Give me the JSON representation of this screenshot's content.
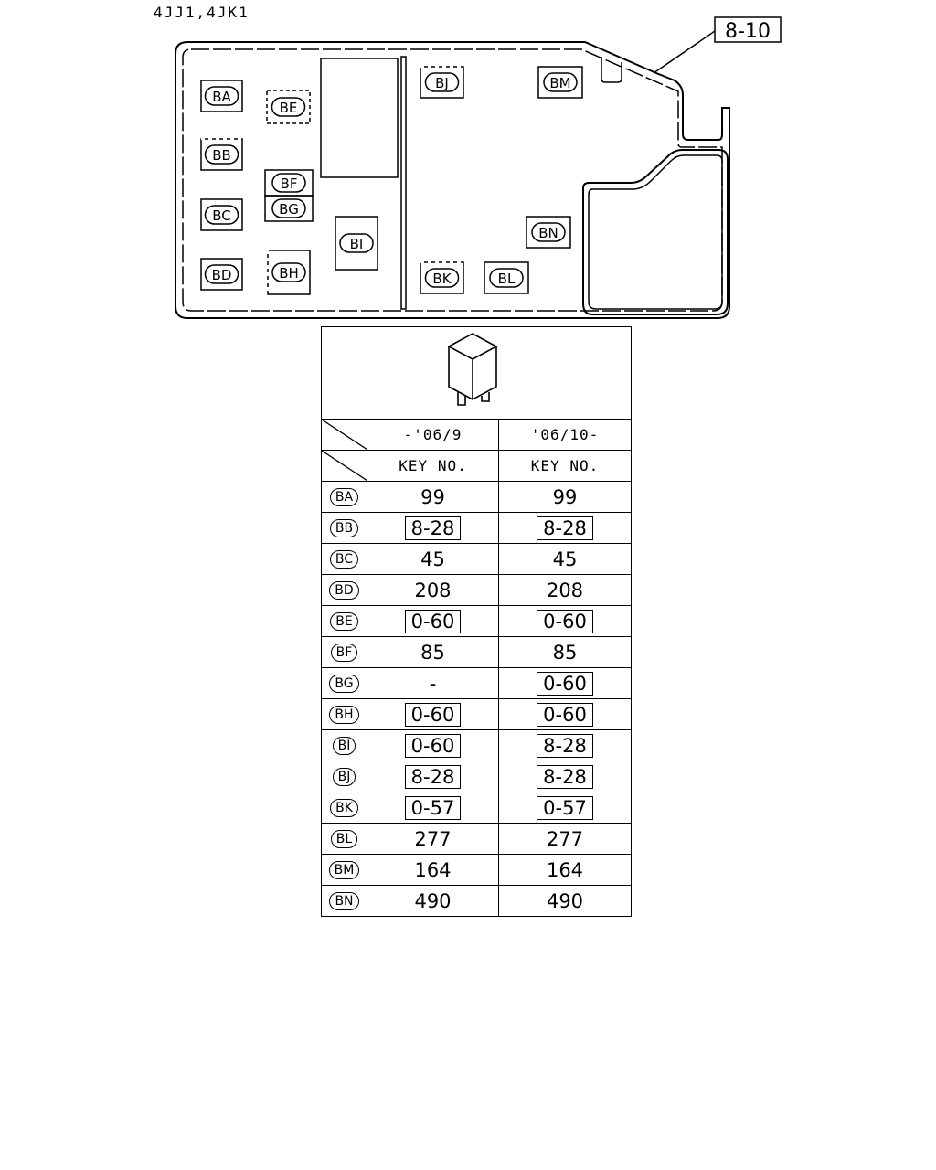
{
  "title": "4JJ1,4JK1",
  "ref_label": "8-10",
  "positions": [
    "BA",
    "BB",
    "BC",
    "BD",
    "BE",
    "BF",
    "BG",
    "BH",
    "BI",
    "BJ",
    "BK",
    "BL",
    "BM",
    "BN"
  ],
  "table": {
    "col1_header": "-'06/9",
    "col2_header": "'06/10-",
    "key_label": "KEY NO.",
    "rows": [
      {
        "code": "BA",
        "c1": "99",
        "c1_boxed": false,
        "c2": "99",
        "c2_boxed": false
      },
      {
        "code": "BB",
        "c1": "8-28",
        "c1_boxed": true,
        "c2": "8-28",
        "c2_boxed": true
      },
      {
        "code": "BC",
        "c1": "45",
        "c1_boxed": false,
        "c2": "45",
        "c2_boxed": false
      },
      {
        "code": "BD",
        "c1": "208",
        "c1_boxed": false,
        "c2": "208",
        "c2_boxed": false
      },
      {
        "code": "BE",
        "c1": "0-60",
        "c1_boxed": true,
        "c2": "0-60",
        "c2_boxed": true
      },
      {
        "code": "BF",
        "c1": "85",
        "c1_boxed": false,
        "c2": "85",
        "c2_boxed": false
      },
      {
        "code": "BG",
        "c1": "-",
        "c1_boxed": false,
        "c2": "0-60",
        "c2_boxed": true
      },
      {
        "code": "BH",
        "c1": "0-60",
        "c1_boxed": true,
        "c2": "0-60",
        "c2_boxed": true
      },
      {
        "code": "BI",
        "c1": "0-60",
        "c1_boxed": true,
        "c2": "8-28",
        "c2_boxed": true
      },
      {
        "code": "BJ",
        "c1": "8-28",
        "c1_boxed": true,
        "c2": "8-28",
        "c2_boxed": true
      },
      {
        "code": "BK",
        "c1": "0-57",
        "c1_boxed": true,
        "c2": "0-57",
        "c2_boxed": true
      },
      {
        "code": "BL",
        "c1": "277",
        "c1_boxed": false,
        "c2": "277",
        "c2_boxed": false
      },
      {
        "code": "BM",
        "c1": "164",
        "c1_boxed": false,
        "c2": "164",
        "c2_boxed": false
      },
      {
        "code": "BN",
        "c1": "490",
        "c1_boxed": false,
        "c2": "490",
        "c2_boxed": false
      }
    ]
  }
}
